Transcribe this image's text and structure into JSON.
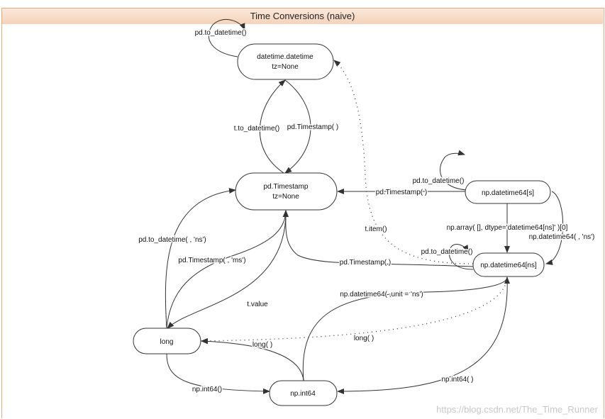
{
  "title": "Time Conversions (naive)",
  "nodes": {
    "datetime": {
      "line1": "datetime.datetime",
      "line2": "tz=None"
    },
    "timestamp": {
      "line1": "pd.Timestamp",
      "line2": "tz=None"
    },
    "dt64s": {
      "line1": "np.datetime64[s]"
    },
    "dt64ns": {
      "line1": "np.datetime64[ns]"
    },
    "long": {
      "line1": "long"
    },
    "int64": {
      "line1": "np.int64"
    }
  },
  "edges": {
    "dt_self": "pd.to_datetime()",
    "ts_to_dt": "t.to_datetime()",
    "dt_to_ts": "pd.Timestamp( )",
    "s_self": "pd.to_datetime()",
    "s_to_ts": "pd.Timestamp( )",
    "ns_to_dt": "t.item()",
    "ns_to_s": "np.array( [], dtype='datetime64[ns]' )[0]",
    "s_to_ns": "np.datetime64( , 'ns')",
    "ns_self": "pd.to_datetime()",
    "ns_to_ts": "pd.Timestamp( )",
    "long_to_ts_ns": "pd.to_datetime( ,  'ns')",
    "long_to_ts_ms": "pd.Timestamp( , 'ms')",
    "ts_to_long": "t.value",
    "int64_to_ns": "np.datetime64( ,unit = 'ns')",
    "ns_to_long": "long( )",
    "int64_to_long": "long( )",
    "long_to_int64": "np.int64()",
    "ns_to_int64": "np.int64( )"
  },
  "watermark": "https://blog.csdn.net/The_Time_Runner"
}
